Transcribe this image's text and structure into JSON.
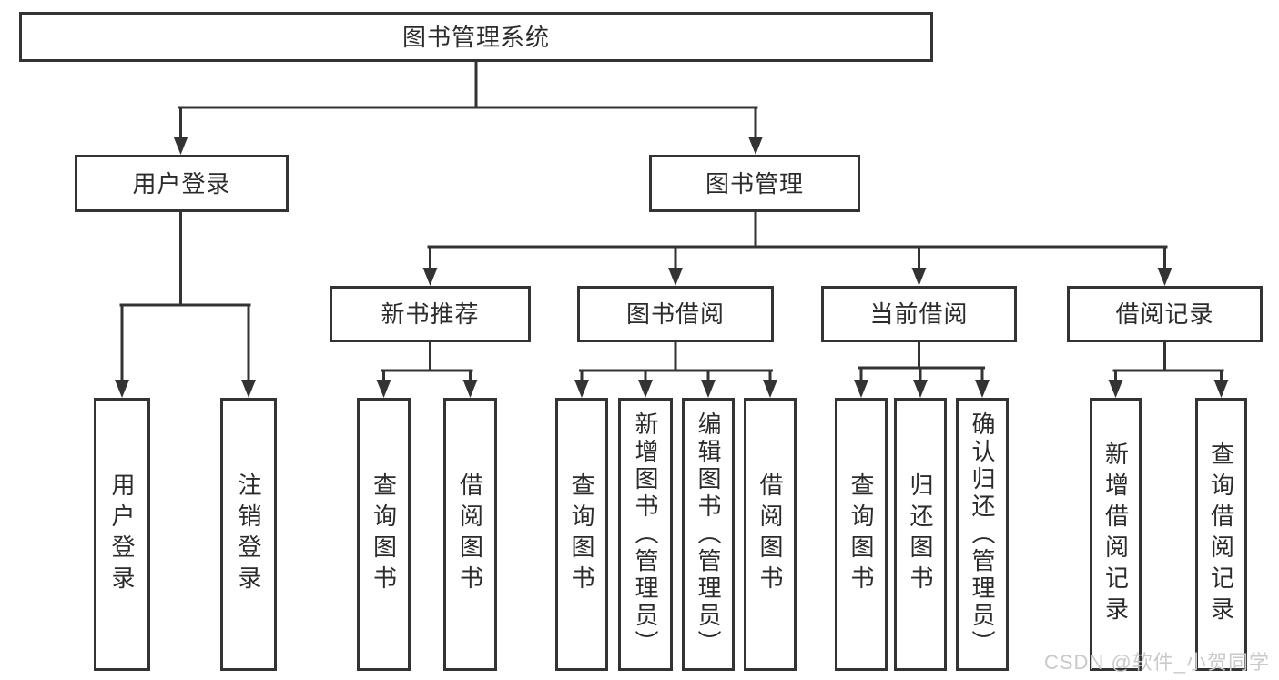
{
  "diagram": {
    "title": "图书管理系统",
    "type": "hierarchy-tree",
    "colors": {
      "line": "#333333",
      "border": "#333333",
      "text": "#2b2b2b",
      "background": "#ffffff",
      "watermark_text": "#cacaca"
    },
    "watermark": "CSDN @软件_小贺同学",
    "nodes": {
      "root": {
        "label": "图书管理系统"
      },
      "login": {
        "label": "用户登录"
      },
      "mgmt": {
        "label": "图书管理"
      },
      "new_books": {
        "label": "新书推荐"
      },
      "book_borrow": {
        "label": "图书借阅"
      },
      "current_borrow": {
        "label": "当前借阅"
      },
      "borrow_records": {
        "label": "借阅记录"
      },
      "login_user": {
        "label": "用户登录"
      },
      "login_logout": {
        "label": "注销登录"
      },
      "new_query": {
        "label": "查询图书"
      },
      "new_borrow": {
        "label": "借阅图书"
      },
      "bb_query": {
        "label": "查询图书"
      },
      "bb_add": {
        "label": "新增图书（管理员）"
      },
      "bb_edit": {
        "label": "编辑图书（管理员）"
      },
      "bb_borrow": {
        "label": "借阅图书"
      },
      "cb_query": {
        "label": "查询图书"
      },
      "cb_return": {
        "label": "归还图书"
      },
      "cb_confirm": {
        "label": "确认归还（管理员）"
      },
      "rec_add": {
        "label": "新增借阅记录"
      },
      "rec_query": {
        "label": "查询借阅记录"
      }
    },
    "edges": [
      [
        "root",
        "login"
      ],
      [
        "root",
        "mgmt"
      ],
      [
        "login",
        "login_user"
      ],
      [
        "login",
        "login_logout"
      ],
      [
        "mgmt",
        "new_books"
      ],
      [
        "mgmt",
        "book_borrow"
      ],
      [
        "mgmt",
        "current_borrow"
      ],
      [
        "mgmt",
        "borrow_records"
      ],
      [
        "new_books",
        "new_query"
      ],
      [
        "new_books",
        "new_borrow"
      ],
      [
        "book_borrow",
        "bb_query"
      ],
      [
        "book_borrow",
        "bb_add"
      ],
      [
        "book_borrow",
        "bb_edit"
      ],
      [
        "book_borrow",
        "bb_borrow"
      ],
      [
        "current_borrow",
        "cb_query"
      ],
      [
        "current_borrow",
        "cb_return"
      ],
      [
        "current_borrow",
        "cb_confirm"
      ],
      [
        "borrow_records",
        "rec_add"
      ],
      [
        "borrow_records",
        "rec_query"
      ]
    ]
  }
}
